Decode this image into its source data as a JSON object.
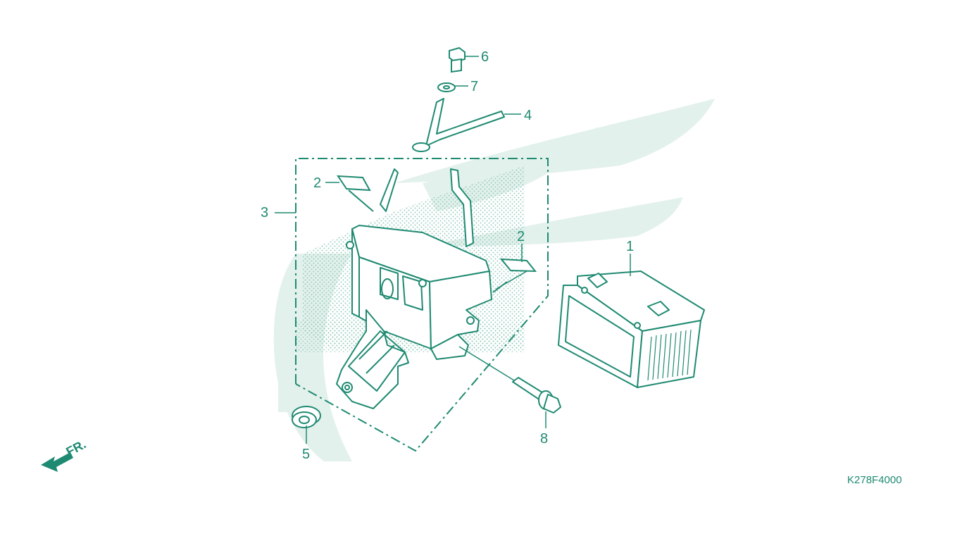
{
  "diagram": {
    "diagram_code": "K278F4000",
    "direction_label": "FR.",
    "callouts": [
      {
        "number": "1"
      },
      {
        "number": "2"
      },
      {
        "number": "2"
      },
      {
        "number": "3"
      },
      {
        "number": "4"
      },
      {
        "number": "5"
      },
      {
        "number": "6"
      },
      {
        "number": "7"
      },
      {
        "number": "8"
      }
    ],
    "colors": {
      "line": "#1f8a72",
      "watermark": "#e3f1ec",
      "shading": "#9fd0c2"
    },
    "watermark": "honda-wing-logo"
  }
}
